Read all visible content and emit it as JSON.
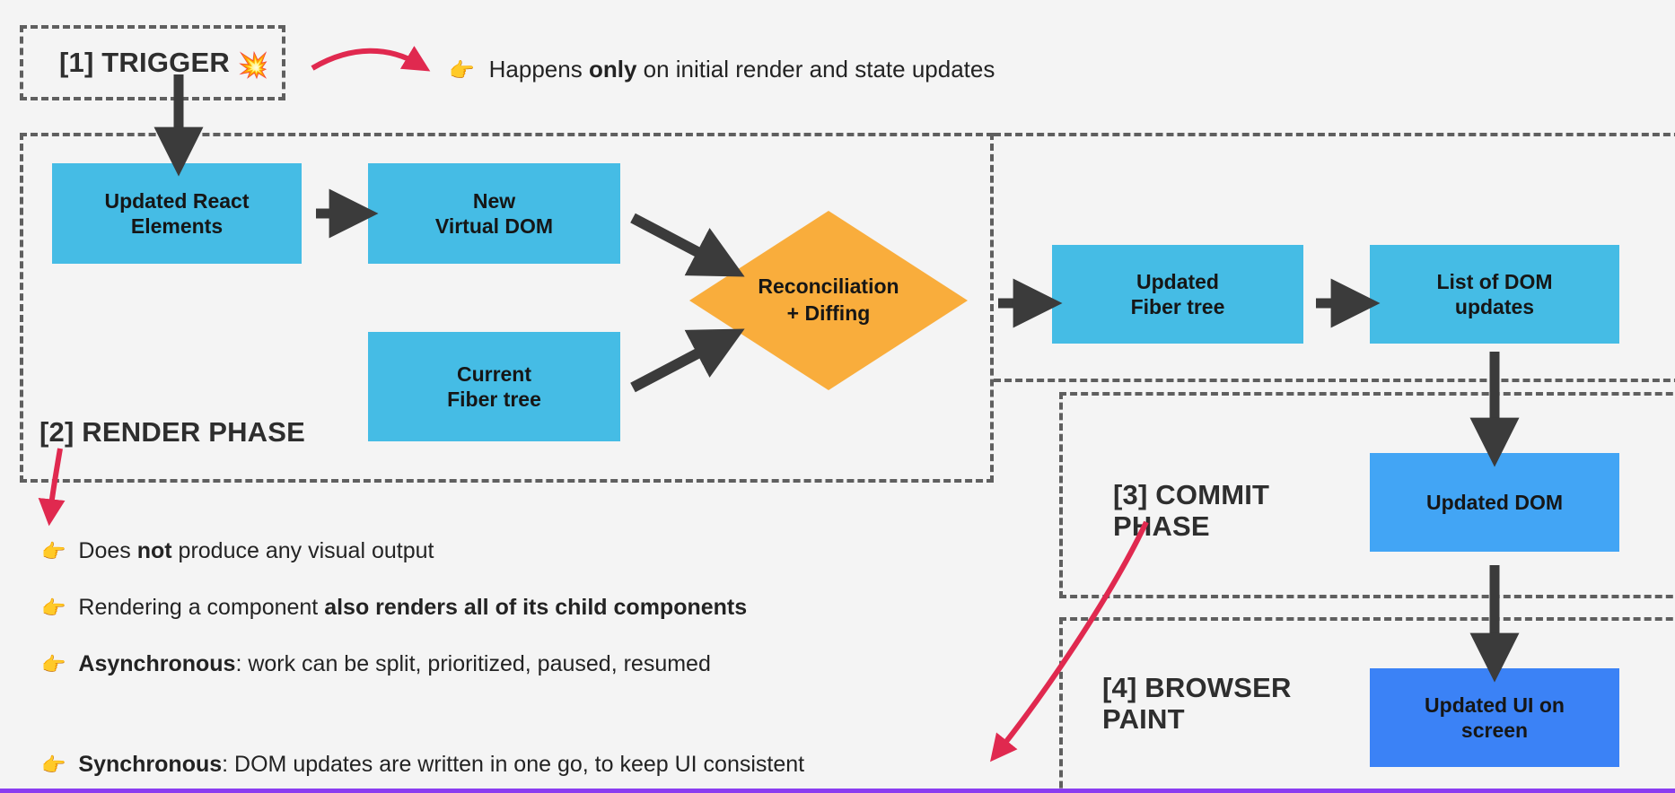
{
  "diagram": {
    "title": "React rendering pipeline",
    "background_color": "#f4f4f4",
    "accent_rule_color": "#8b3cf0"
  },
  "phases": {
    "trigger": {
      "label": "[1] TRIGGER",
      "emoji": "💥",
      "note_icon": "👉",
      "note_before": "Happens ",
      "note_bold": "only",
      "note_after": " on initial render and state updates"
    },
    "render": {
      "label": "[2] RENDER PHASE"
    },
    "commit": {
      "label": "[3] COMMIT\nPHASE"
    },
    "paint": {
      "label": "[4] BROWSER\nPAINT"
    }
  },
  "nodes": {
    "updated_react_elements": {
      "label": "Updated React\nElements",
      "color": "#45bce5"
    },
    "new_virtual_dom": {
      "label": "New\nVirtual DOM",
      "color": "#45bce5"
    },
    "current_fiber_tree": {
      "label": "Current\nFiber tree",
      "color": "#45bce5"
    },
    "reconciliation": {
      "label": "Reconciliation\n+ Diffing",
      "color": "#f9ad3c",
      "shape": "diamond"
    },
    "updated_fiber_tree": {
      "label": "Updated\nFiber tree",
      "color": "#45bce5"
    },
    "list_of_dom_updates": {
      "label": "List of DOM\nupdates",
      "color": "#45bce5"
    },
    "updated_dom": {
      "label": "Updated DOM",
      "color": "#42a5f5"
    },
    "updated_ui_on_screen": {
      "label": "Updated UI on\nscreen",
      "color": "#3b82f6"
    }
  },
  "bullets": [
    {
      "icon": "👉",
      "before": "Does ",
      "bold": "not",
      "after": " produce any visual output"
    },
    {
      "icon": "👉",
      "before": "Rendering a component ",
      "bold": "also renders all of its child components",
      "after": ""
    },
    {
      "icon": "👉",
      "before": "",
      "bold": "Asynchronous",
      "after": ": work can be split, prioritized, paused, resumed"
    },
    {
      "icon": "👉",
      "before": "",
      "bold": "Synchronous",
      "after": ": DOM updates are written in one go, to keep UI consistent"
    }
  ],
  "arrow_colors": {
    "flow": "#3b3b3b",
    "annotation": "#e0294f"
  }
}
